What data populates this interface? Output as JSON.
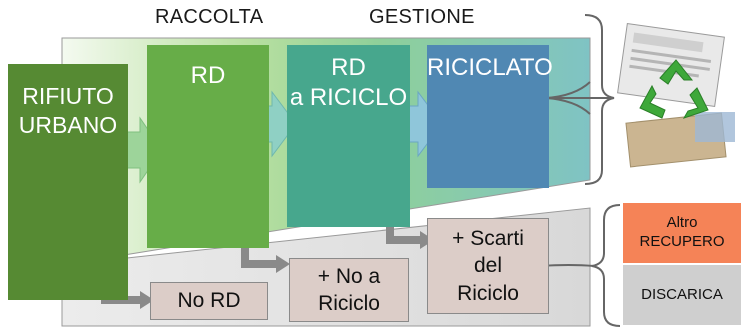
{
  "headers": {
    "raccolta": "RACCOLTA",
    "gestione": "GESTIONE"
  },
  "boxes": {
    "rifiuto_urbano": [
      "RIFIUTO",
      "URBANO"
    ],
    "rd": "RD",
    "rd_riciclo": [
      "RD",
      "a RICICLO"
    ],
    "riciclato": "RICICLATO",
    "no_rd": "No RD",
    "no_riciclo": [
      "+ No a",
      "Riciclo"
    ],
    "scarti": [
      "+ Scarti",
      "del",
      "Riciclo"
    ]
  },
  "outcomes": {
    "altro_recupero": [
      "Altro",
      "RECUPERO"
    ],
    "discarica": "DISCARICA"
  },
  "colors": {
    "rifiuto": "#568a33",
    "rd": "#67ad48",
    "rd_riciclo": "#47a78d",
    "riciclato": "#5088b3",
    "altro_recupero": "#f58357",
    "discarica": "#cfcfcf",
    "pink_box": "#dccdc8"
  },
  "icons": {
    "recycling_image": "recycle-newspaper-icon"
  }
}
